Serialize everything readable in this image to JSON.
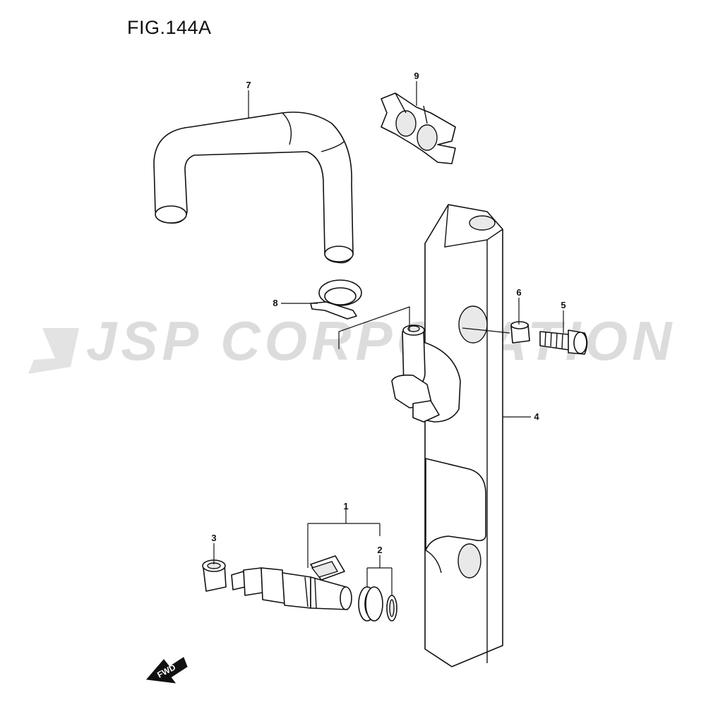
{
  "figure": {
    "title": "FIG.144A"
  },
  "watermark": {
    "text": "JSP CORPORATION",
    "color": "#dcdcdc"
  },
  "direction_marker": {
    "label": "FWD",
    "icon": "arrow-left-icon"
  },
  "callouts": [
    {
      "number": "1",
      "part": "fuel-injector-assembly"
    },
    {
      "number": "2",
      "part": "o-ring-set"
    },
    {
      "number": "3",
      "part": "injector-cushion"
    },
    {
      "number": "4",
      "part": "fuel-delivery-pipe"
    },
    {
      "number": "5",
      "part": "bolt"
    },
    {
      "number": "6",
      "part": "spacer-collar"
    },
    {
      "number": "7",
      "part": "fuel-hose"
    },
    {
      "number": "8",
      "part": "hose-clamp"
    },
    {
      "number": "9",
      "part": "hose-clip"
    }
  ]
}
